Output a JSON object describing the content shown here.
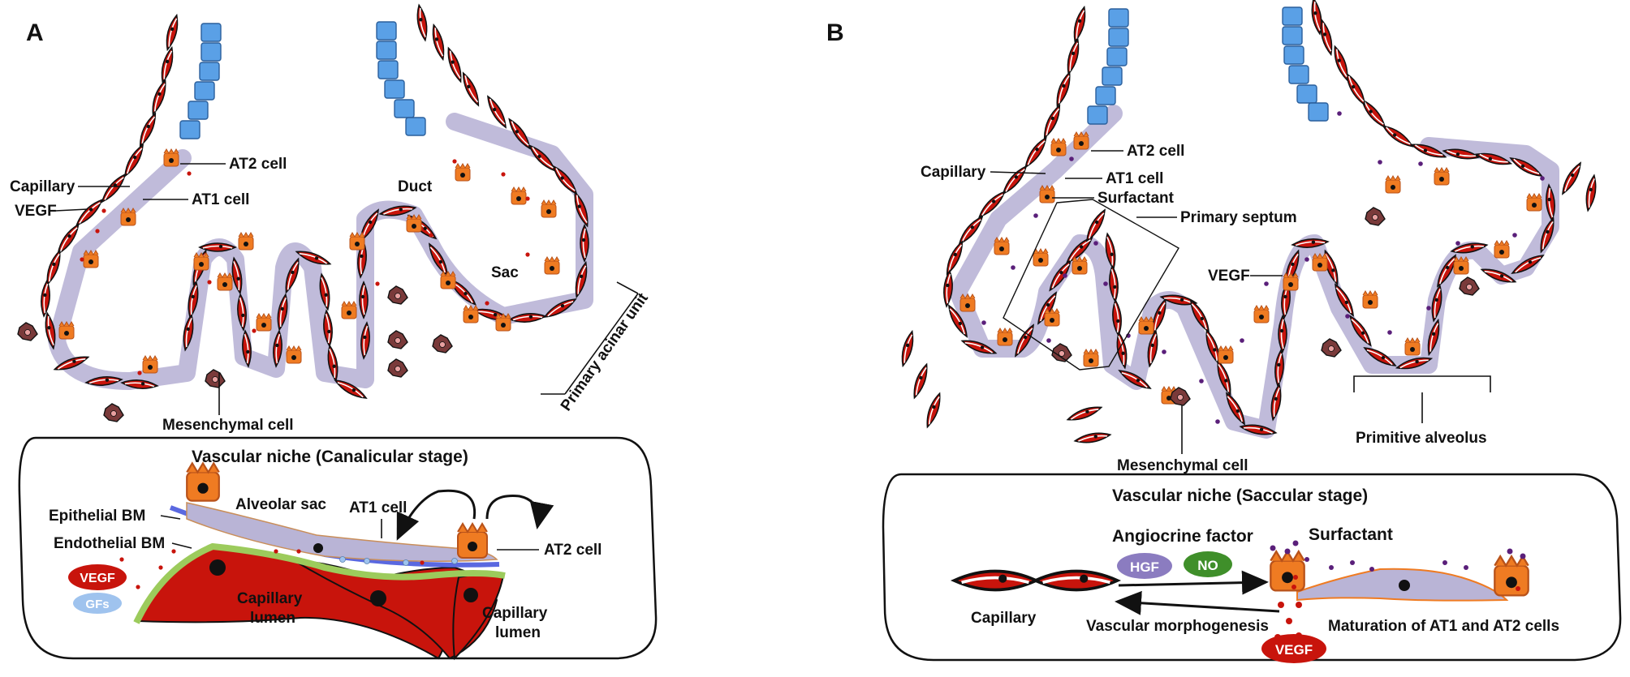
{
  "panelA": {
    "letter": "A",
    "labels": {
      "capillary": "Capillary",
      "vegf": "VEGF",
      "at2": "AT2 cell",
      "at1": "AT1 cell",
      "duct": "Duct",
      "sac": "Sac",
      "primary_acinar": "Primary acinar unit",
      "mesenchymal": "Mesenchymal cell"
    },
    "niche": {
      "title": "Vascular niche (Canalicular stage)",
      "epithelial_bm": "Epithelial BM",
      "endothelial_bm": "Endothelial BM",
      "alveolar_sac": "Alveolar sac",
      "at1": "AT1 cell",
      "at2": "AT2 cell",
      "vegf": "VEGF",
      "gfs": "GFs",
      "capillary_lumen_1a": "Capillary",
      "capillary_lumen_1b": "lumen",
      "capillary_lumen_2a": "Capillary",
      "capillary_lumen_2b": "lumen"
    }
  },
  "panelB": {
    "letter": "B",
    "labels": {
      "at2": "AT2 cell",
      "capillary": "Capillary",
      "at1": "AT1 cell",
      "surfactant": "Surfactant",
      "primary_septum": "Primary septum",
      "vegf": "VEGF",
      "mesenchymal": "Mesenchymal cell",
      "primitive_alveolus": "Primitive alveolus"
    },
    "niche": {
      "title": "Vascular niche (Saccular stage)",
      "angiocrine": "Angiocrine factor",
      "hgf": "HGF",
      "no": "NO",
      "surfactant": "Surfactant",
      "capillary": "Capillary",
      "vascular_morphogenesis": "Vascular morphogenesis",
      "maturation": "Maturation of AT1 and AT2 cells",
      "vegf": "VEGF"
    }
  },
  "colors": {
    "endothelial_red": "#c8140c",
    "duct_blue": "#5aa0e6",
    "at2_orange": "#ef7b22",
    "septum_lavender": "#b9b4d6",
    "basement_blue": "#5a68e0",
    "endothelial_green": "#9ccb5c",
    "surfactant_purple": "#5a1f7a",
    "hgf_purple": "#8b7cc0",
    "no_green": "#3f8f2a",
    "gfs_blue": "#9fc3ee"
  }
}
